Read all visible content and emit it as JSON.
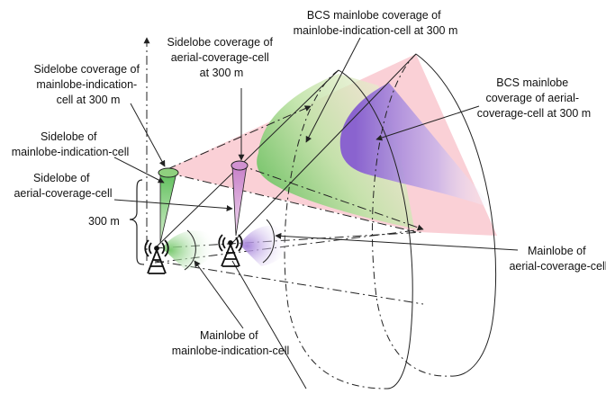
{
  "labels": {
    "bcs_mainlobe_indication": [
      "BCS mainlobe coverage of",
      "mainlobe-indication-cell at 300 m"
    ],
    "sidelobe_aerial_300": [
      "Sidelobe coverage of",
      "aerial-coverage-cell",
      "at 300 m"
    ],
    "sidelobe_indication_300": [
      "Sidelobe coverage of",
      "mainlobe-indication-",
      "cell at 300 m"
    ],
    "bcs_mainlobe_aerial": [
      "BCS mainlobe",
      "coverage of aerial-",
      "coverage-cell at 300 m"
    ],
    "sidelobe_indication": [
      "Sidelobe of",
      "mainlobe-indication-cell"
    ],
    "sidelobe_aerial": [
      "Sidelobe of",
      "aerial-coverage-cell"
    ],
    "height": "300 m",
    "mainlobe_aerial": [
      "Mainlobe of",
      "aerial-coverage-cell"
    ],
    "mainlobe_indication": [
      "Mainlobe of",
      "mainlobe-indication-cell"
    ]
  },
  "colors": {
    "pink_sheet": "#f9c8cf",
    "green_coverage": "#7bc96f",
    "purple_coverage": "#9b7ad8",
    "line": "#222222"
  },
  "icons": [
    "tower-icon-indication",
    "tower-icon-aerial"
  ]
}
